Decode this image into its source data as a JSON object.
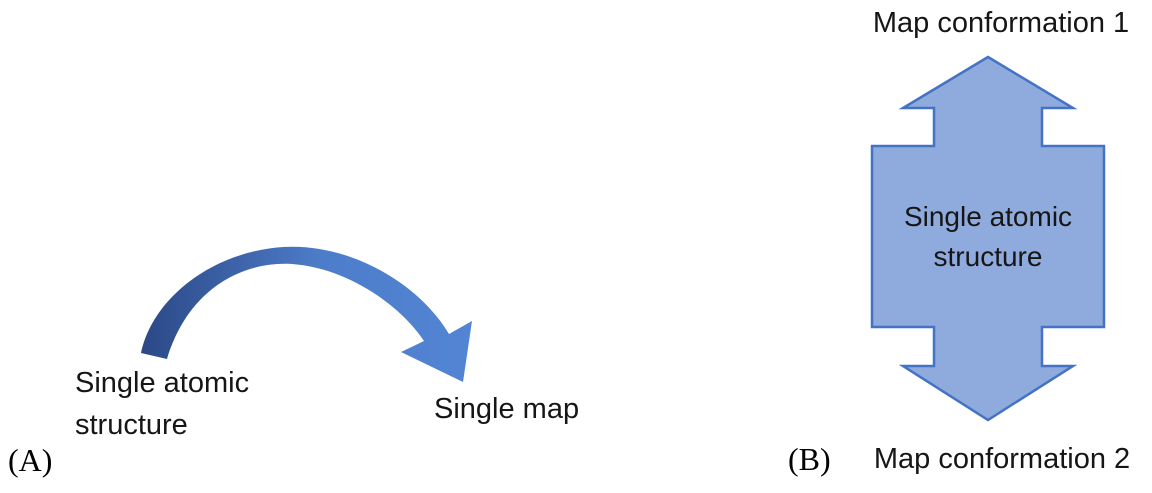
{
  "panel_a": {
    "label": "(A)",
    "structure_label_lines": [
      "Single atomic",
      "structure"
    ],
    "map_label": "Single map",
    "arrow": {
      "type": "curved-arrow",
      "gradient_start": "#2b4886",
      "gradient_mid": "#4d7dca",
      "gradient_end": "#5285d4"
    }
  },
  "panel_b": {
    "label": "(B)",
    "top_label": "Map conformation 1",
    "bottom_label": "Map conformation 2",
    "structure_label_lines": [
      "Single atomic",
      "structure"
    ],
    "shape": {
      "type": "up-down-arrow-box",
      "fill": "#8faadc",
      "stroke": "#4472c4"
    }
  }
}
